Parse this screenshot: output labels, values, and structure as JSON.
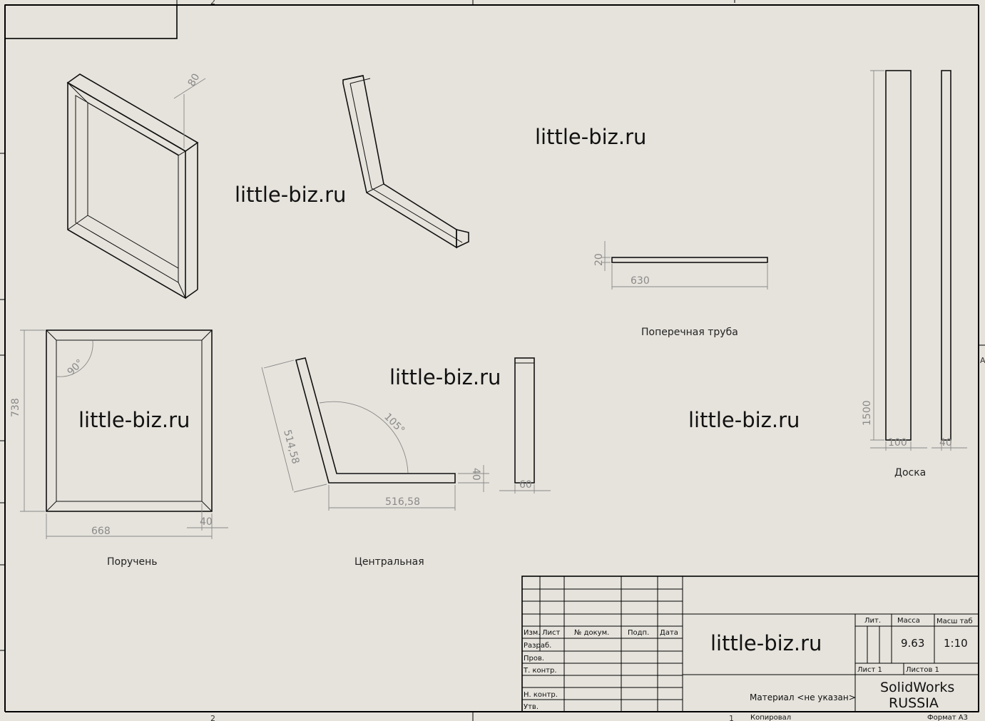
{
  "watermark": "little-biz.ru",
  "parts": {
    "handrail": "Поручень",
    "central": "Центральная",
    "cross_pipe": "Поперечная труба",
    "board": "Доска"
  },
  "dimensions": {
    "handrail_height": "738",
    "handrail_width": "668",
    "handrail_profile": "40",
    "handrail_angle": "90°",
    "handrail_iso": "80",
    "central_leg": "514,58",
    "central_base": "516,58",
    "central_angle": "105°",
    "central_profile": "40",
    "central_side": "60",
    "cross_length": "630",
    "cross_height": "20",
    "board_length": "1500",
    "board_width": "100",
    "board_thick": "40"
  },
  "border_marks": {
    "top_zone": "2",
    "bottom_zone": "2",
    "bottom_zone_right": "1",
    "right_zone": "A"
  },
  "title_block": {
    "headers": {
      "izm": "Изм.",
      "list": "Лист",
      "doc": "№ докум.",
      "podp": "Подп.",
      "date": "Дата"
    },
    "roles": {
      "razrab": "Разраб.",
      "prov": "Пров.",
      "tkontr": "Т. контр.",
      "nkontr": "Н. контр.",
      "utv": "Утв."
    },
    "lit_label": "Лит.",
    "mass_label": "Масса",
    "scale_label": "Масш таб",
    "mass": "9.63",
    "scale": "1:10",
    "sheet": "Лист 1",
    "sheets": "Листов 1",
    "material": "Материал <не указан>",
    "company_1": "SolidWorks",
    "company_2": "RUSSIA",
    "copied": "Копировал",
    "format": "Формат А3"
  }
}
